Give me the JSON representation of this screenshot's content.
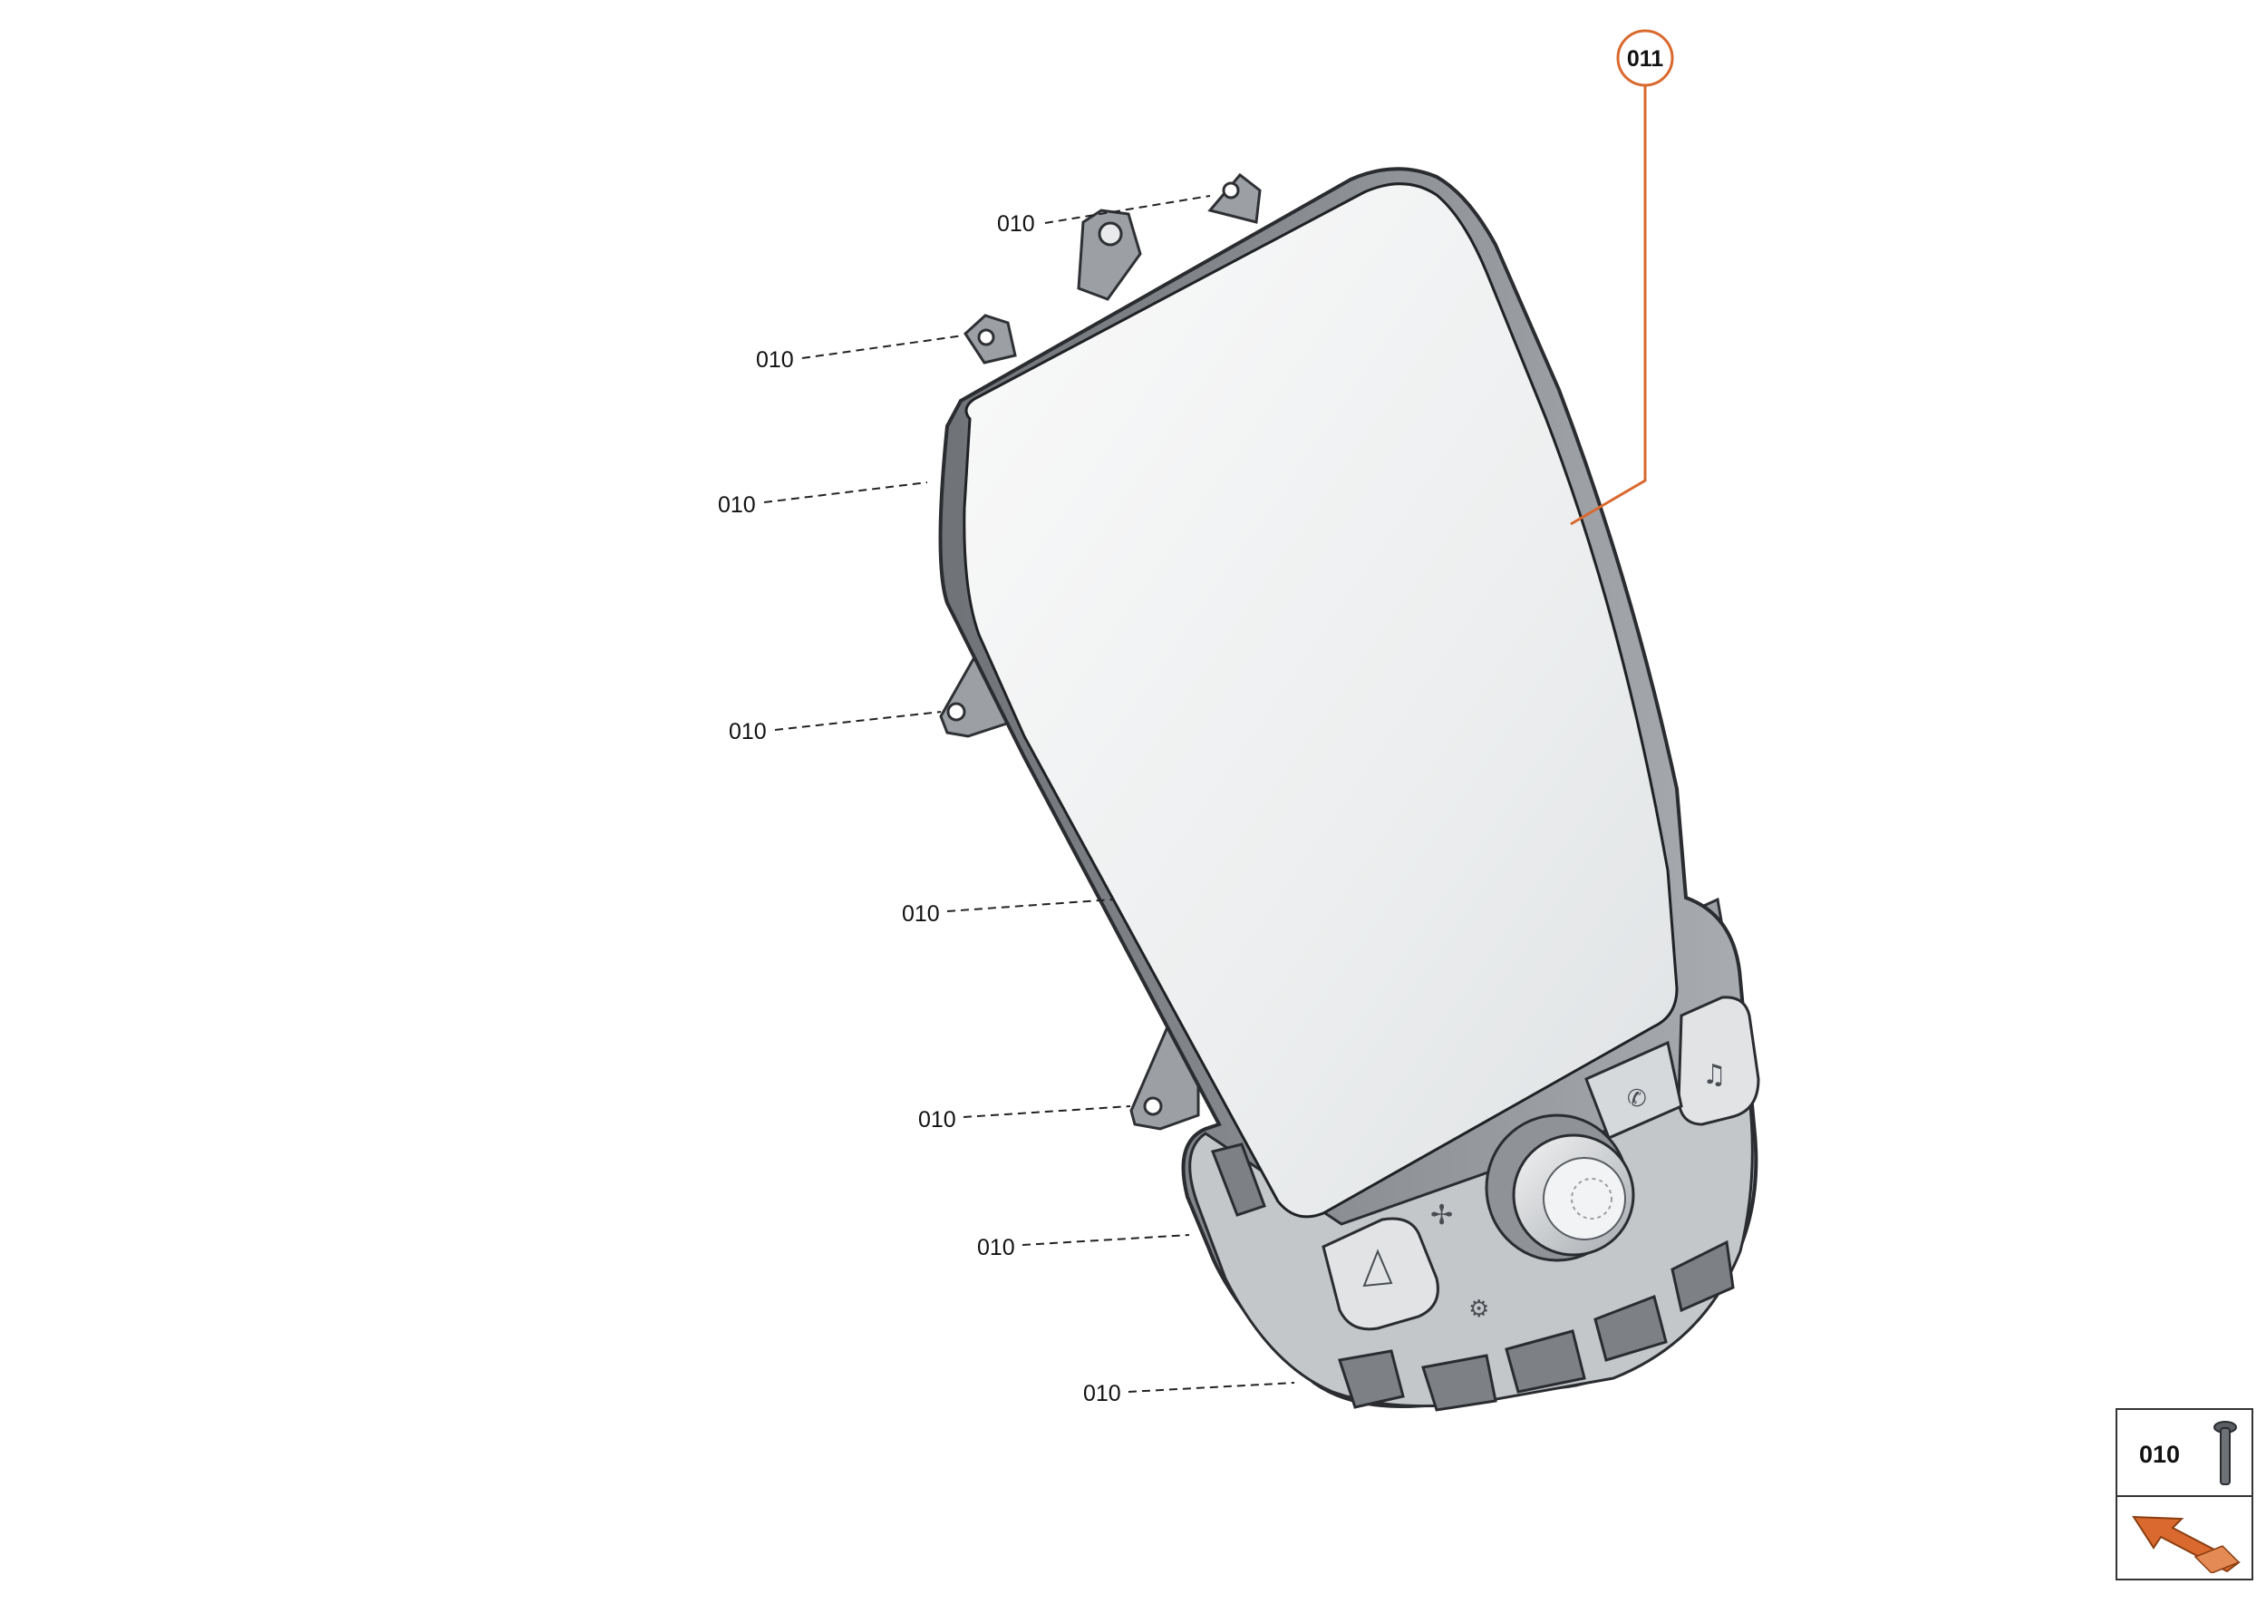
{
  "main_label": "011",
  "callouts": [
    {
      "id": "c1",
      "label": "010"
    },
    {
      "id": "c2",
      "label": "010"
    },
    {
      "id": "c3",
      "label": "010"
    },
    {
      "id": "c4",
      "label": "010"
    },
    {
      "id": "c5",
      "label": "010"
    },
    {
      "id": "c6",
      "label": "010"
    },
    {
      "id": "c7",
      "label": "010"
    },
    {
      "id": "c8",
      "label": "010"
    }
  ],
  "legend": {
    "part_label": "010",
    "screw_icon": "screw-icon",
    "arrow_icon": "orange-arrow-icon"
  },
  "colors": {
    "accent": "#d9692e",
    "line": "#333333",
    "part_gray": "#8a8e92",
    "screen": "#eef0f1"
  }
}
